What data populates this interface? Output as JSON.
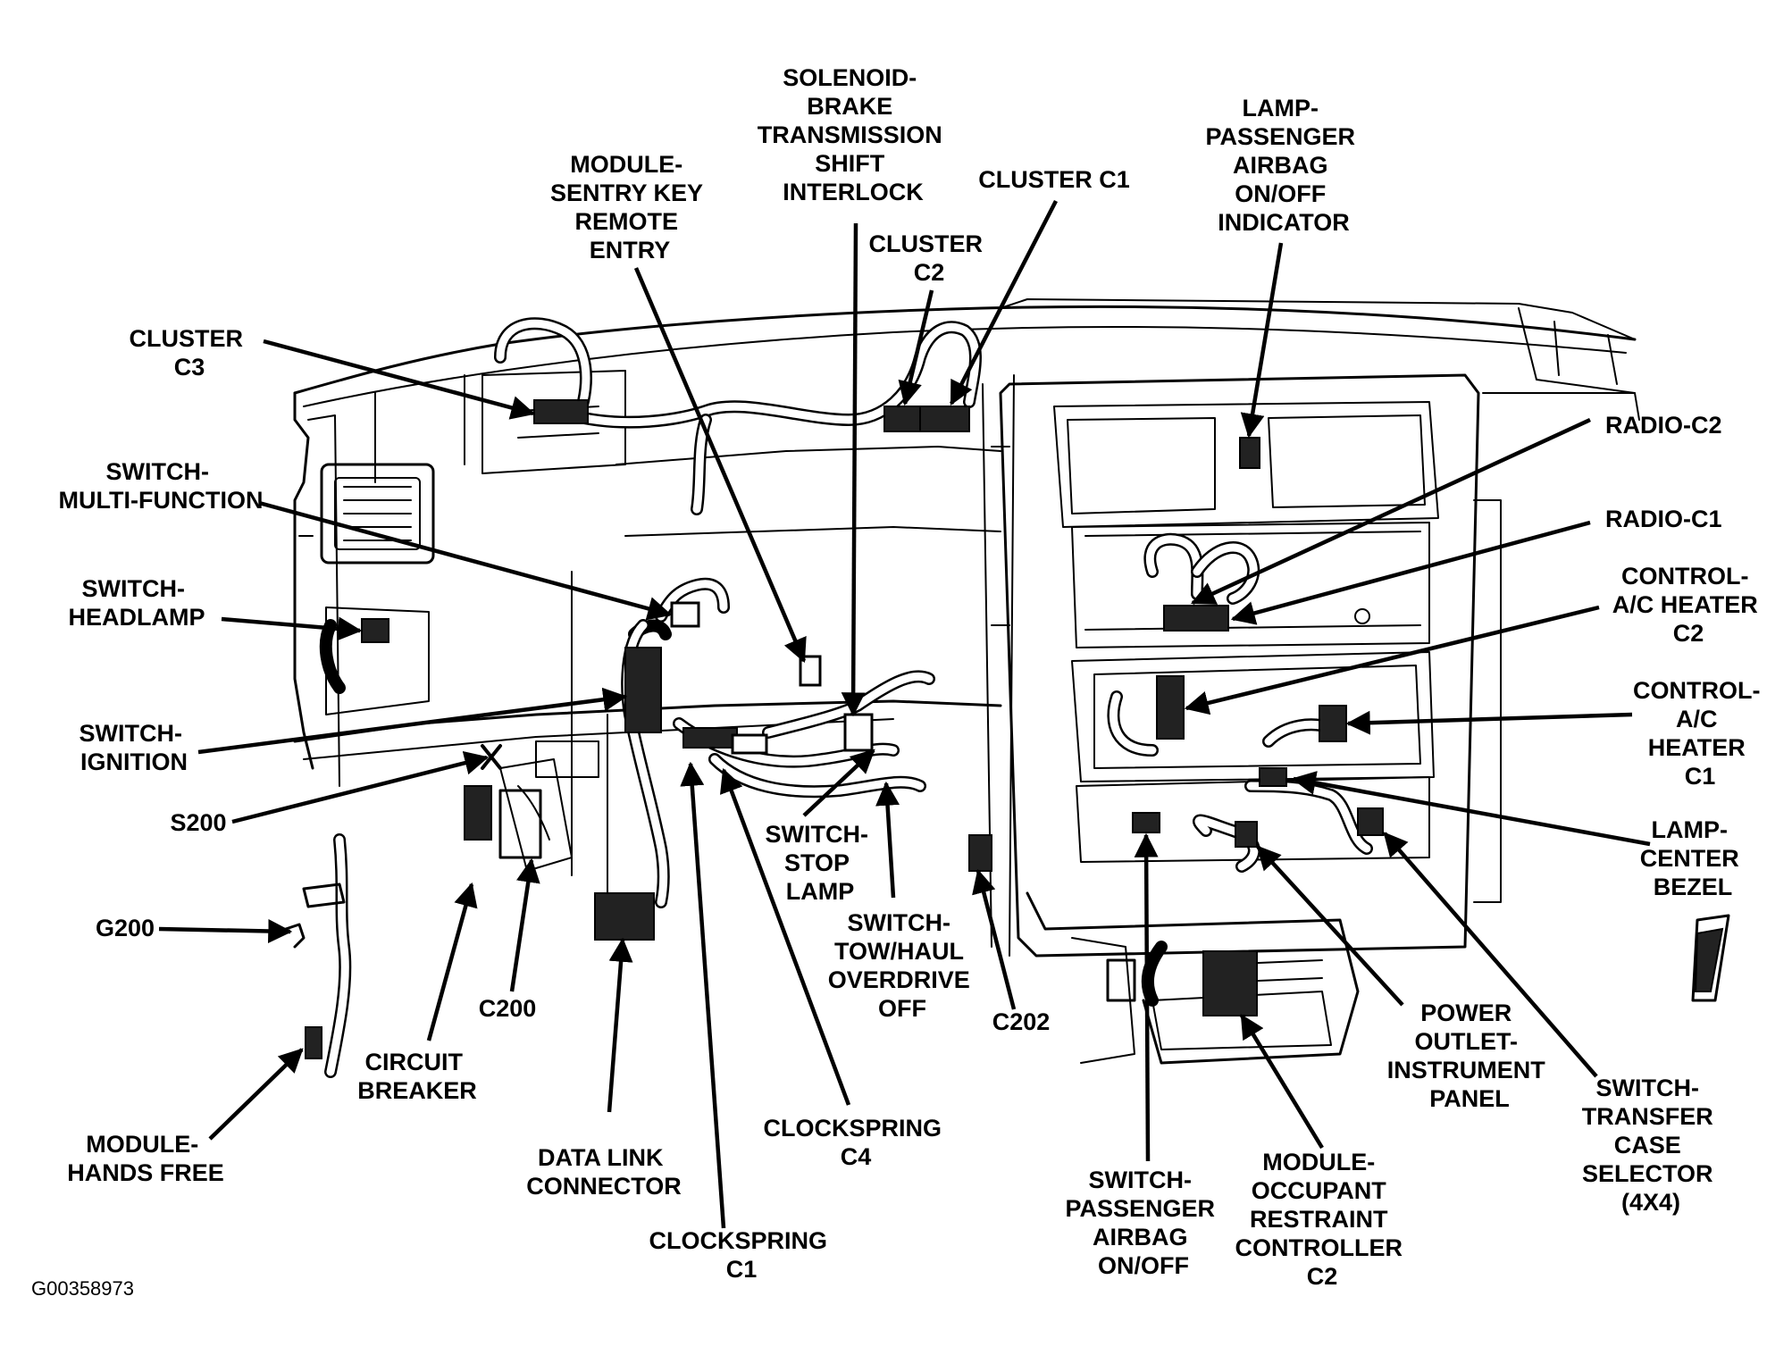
{
  "figure_id": "G00358973",
  "labels": [
    {
      "id": "solenoid",
      "lines": [
        "SOLENOID-",
        "BRAKE",
        "TRANSMISSION",
        "SHIFT",
        "INTERLOCK"
      ]
    },
    {
      "id": "module-sentry",
      "lines": [
        "MODULE-",
        "SENTRY KEY",
        "REMOTE",
        "ENTRY"
      ]
    },
    {
      "id": "cluster-c1",
      "lines": [
        "CLUSTER C1"
      ]
    },
    {
      "id": "lamp-passenger-airbag",
      "lines": [
        "LAMP-",
        "PASSENGER",
        "AIRBAG",
        "ON/OFF",
        "INDICATOR"
      ]
    },
    {
      "id": "cluster-c2",
      "lines": [
        "CLUSTER",
        "C2"
      ]
    },
    {
      "id": "cluster-c3",
      "lines": [
        "CLUSTER",
        "C3"
      ]
    },
    {
      "id": "radio-c2",
      "lines": [
        "RADIO-C2"
      ]
    },
    {
      "id": "switch-multi-function",
      "lines": [
        "SWITCH-",
        "MULTI-FUNCTION"
      ]
    },
    {
      "id": "radio-c1",
      "lines": [
        "RADIO-C1"
      ]
    },
    {
      "id": "switch-headlamp",
      "lines": [
        "SWITCH-",
        "HEADLAMP"
      ]
    },
    {
      "id": "control-ac-heater-c2",
      "lines": [
        "CONTROL-",
        "A/C HEATER",
        "C2"
      ]
    },
    {
      "id": "control-ac-heater-c1",
      "lines": [
        "CONTROL-",
        "A/C",
        "HEATER",
        "C1"
      ]
    },
    {
      "id": "switch-ignition",
      "lines": [
        "SWITCH-",
        "IGNITION"
      ]
    },
    {
      "id": "s200",
      "lines": [
        "S200"
      ]
    },
    {
      "id": "lamp-center-bezel",
      "lines": [
        "LAMP-",
        "CENTER",
        "BEZEL"
      ]
    },
    {
      "id": "switch-stop-lamp",
      "lines": [
        "SWITCH-",
        "STOP",
        "LAMP"
      ]
    },
    {
      "id": "g200",
      "lines": [
        "G200"
      ]
    },
    {
      "id": "switch-tow-haul",
      "lines": [
        "SWITCH-",
        "TOW/HAUL",
        "OVERDRIVE",
        "OFF"
      ]
    },
    {
      "id": "c200",
      "lines": [
        "C200"
      ]
    },
    {
      "id": "c202",
      "lines": [
        "C202"
      ]
    },
    {
      "id": "power-outlet",
      "lines": [
        "POWER",
        "OUTLET-",
        "INSTRUMENT",
        "PANEL"
      ]
    },
    {
      "id": "circuit-breaker",
      "lines": [
        "CIRCUIT",
        "BREAKER"
      ]
    },
    {
      "id": "switch-transfer-case",
      "lines": [
        "SWITCH-",
        "TRANSFER",
        "CASE",
        "SELECTOR",
        "(4X4)"
      ]
    },
    {
      "id": "clockspring-c4",
      "lines": [
        "CLOCKSPRING",
        "C4"
      ]
    },
    {
      "id": "module-hands-free",
      "lines": [
        "MODULE-",
        "HANDS FREE"
      ]
    },
    {
      "id": "data-link-connector",
      "lines": [
        "DATA LINK",
        "CONNECTOR"
      ]
    },
    {
      "id": "switch-passenger-airbag",
      "lines": [
        "SWITCH-",
        "PASSENGER",
        "AIRBAG",
        "ON/OFF"
      ]
    },
    {
      "id": "module-occupant-restraint",
      "lines": [
        "MODULE-",
        "OCCUPANT",
        "RESTRAINT",
        "CONTROLLER",
        "C2"
      ]
    },
    {
      "id": "clockspring-c1",
      "lines": [
        "CLOCKSPRING",
        "C1"
      ]
    }
  ]
}
